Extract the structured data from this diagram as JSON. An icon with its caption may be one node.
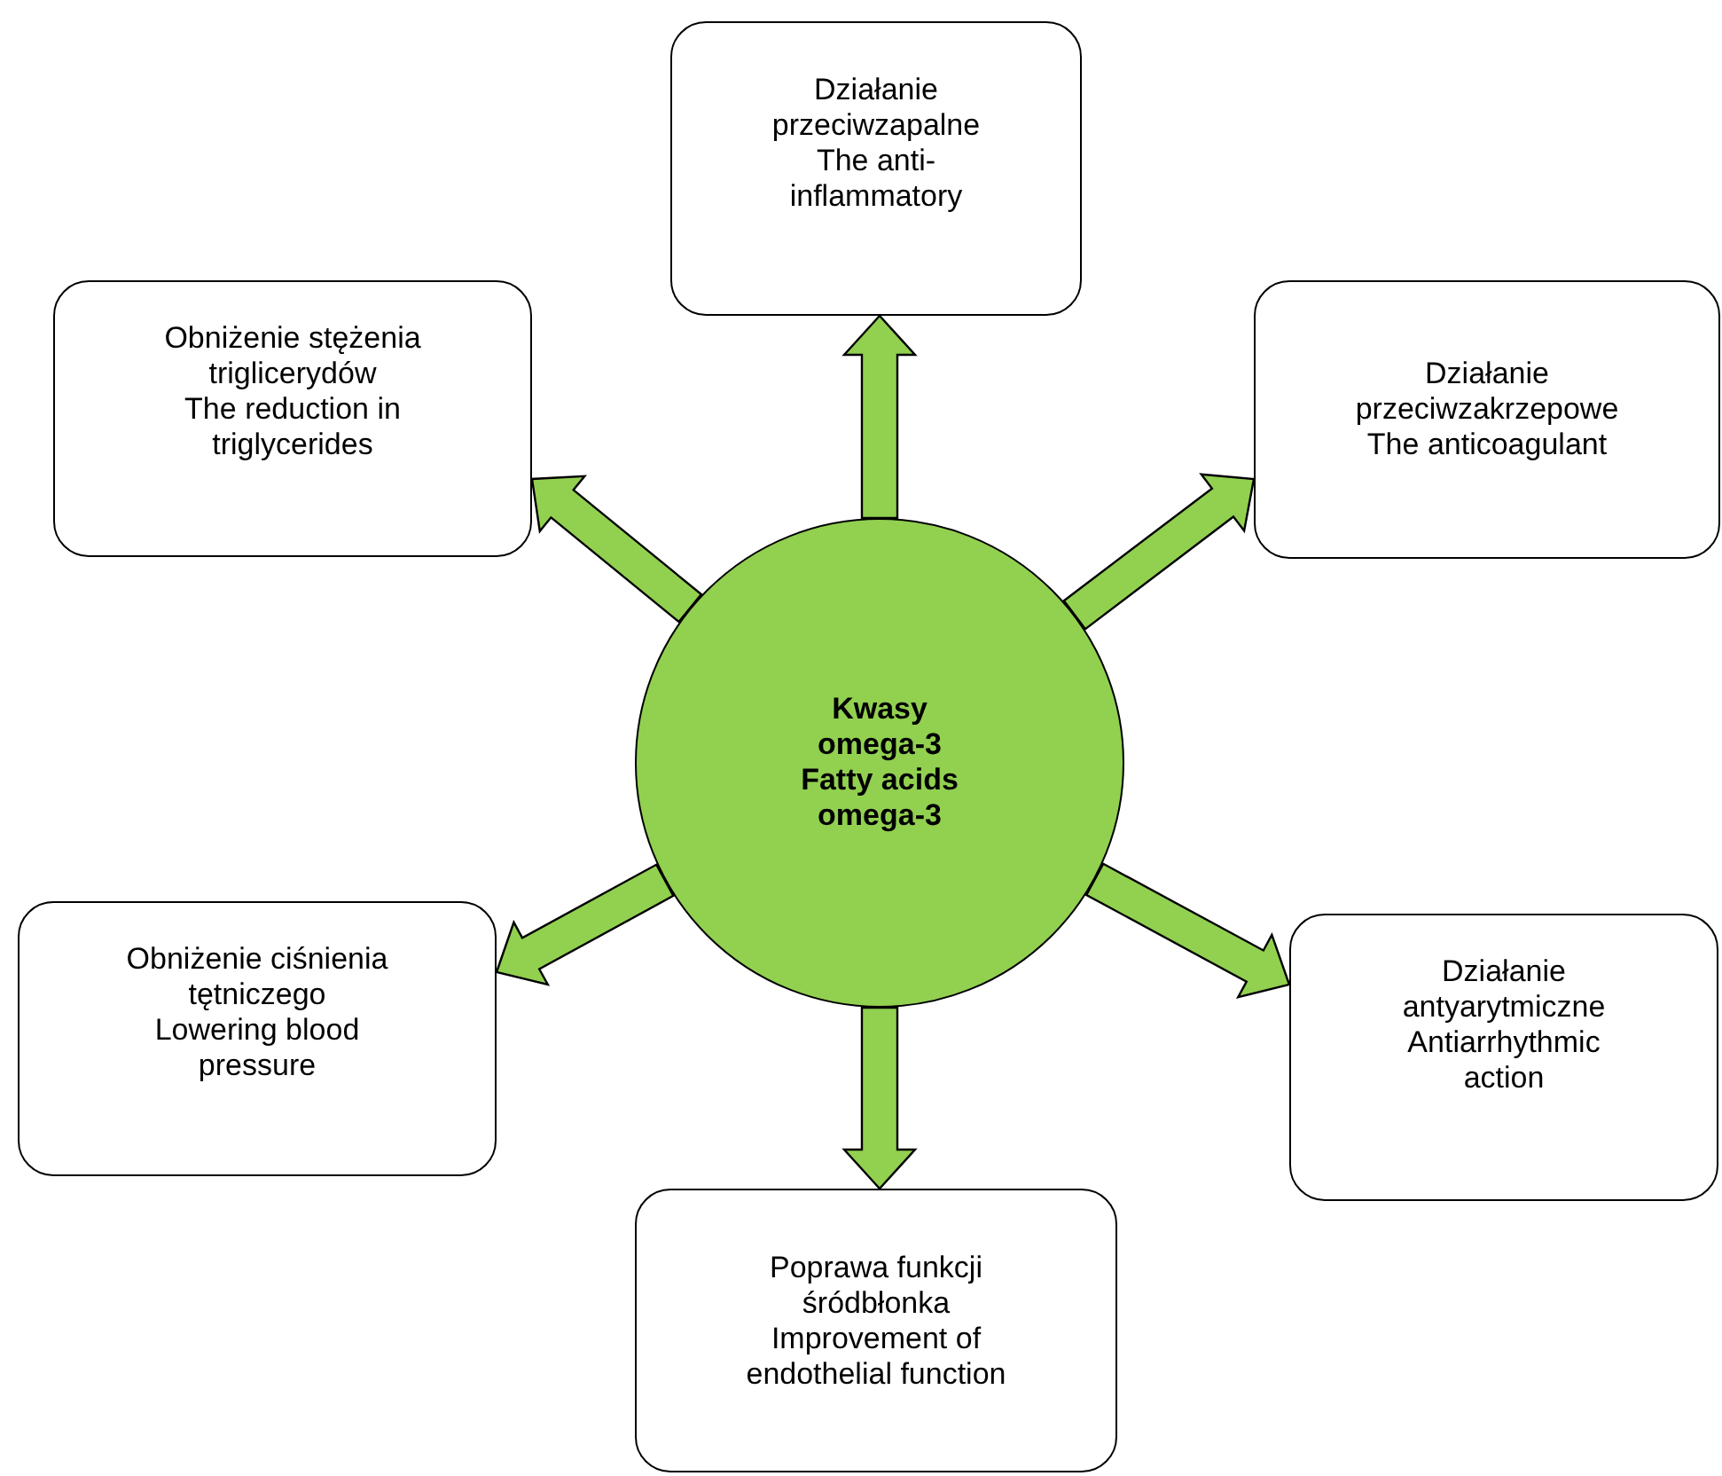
{
  "diagram": {
    "nodes": [
      {
        "text": [
          "Kwasy omega-3",
          "Fatty acids omega-3"
        ]
      },
      {
        "text": [
          "Działanie przeciwzapalne",
          "The anti-inflammatory"
        ]
      },
      {
        "text": [
          "Obniżenie stężenia triglicerydów",
          "The reduction in triglycerides"
        ]
      },
      {
        "text": [
          "Działanie przeciwzakrzepowe",
          "The anticoagulant"
        ]
      },
      {
        "text": [
          "Obniżenie ciśnienia tętniczego",
          "Lowering blood pressure"
        ]
      },
      {
        "text": [
          "Działanie antyarytmiczne",
          "Antiarrhythmic action"
        ]
      },
      {
        "text": [
          "Poprawa funkcji śródbłonka",
          "Improvement of endothelial function"
        ]
      }
    ],
    "edges": [
      {
        "from": 0,
        "to": 1,
        "arrow": "to"
      },
      {
        "from": 0,
        "to": 2,
        "arrow": "to"
      },
      {
        "from": 0,
        "to": 3,
        "arrow": "to"
      },
      {
        "from": 0,
        "to": 4,
        "arrow": "to"
      },
      {
        "from": 0,
        "to": 5,
        "arrow": "to"
      },
      {
        "from": 0,
        "to": 6,
        "arrow": "to"
      }
    ]
  }
}
